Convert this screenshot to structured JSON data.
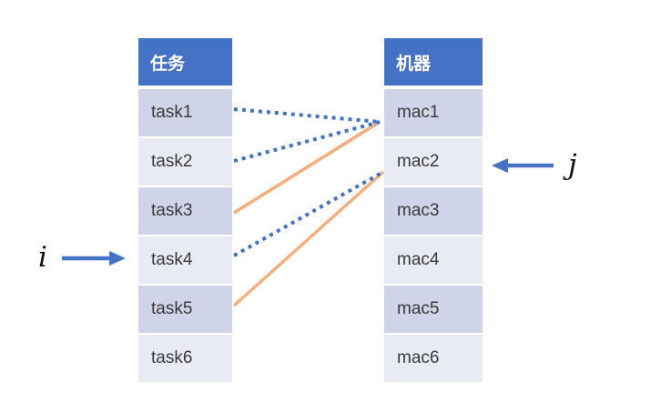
{
  "task_table": {
    "header": "任务",
    "rows": [
      "task1",
      "task2",
      "task3",
      "task4",
      "task5",
      "task6"
    ]
  },
  "machine_table": {
    "header": "机器",
    "rows": [
      "mac1",
      "mac2",
      "mac3",
      "mac4",
      "mac5",
      "mac6"
    ]
  },
  "labels": {
    "row_index": "i",
    "column_index": "j"
  },
  "edges": [
    {
      "from": "task1",
      "to": "mac1",
      "style": "dotted",
      "color": "#4472C4"
    },
    {
      "from": "task2",
      "to": "mac1",
      "style": "dotted",
      "color": "#4472C4"
    },
    {
      "from": "task3",
      "to": "mac1",
      "style": "solid",
      "color": "#F5AF7E"
    },
    {
      "from": "task4",
      "to": "mac2",
      "style": "dotted",
      "color": "#4472C4"
    },
    {
      "from": "task5",
      "to": "mac2",
      "style": "solid",
      "color": "#F5AF7E"
    }
  ],
  "colors": {
    "header_blue": "#4472C4",
    "band_dark": "#CFD4E8",
    "band_light": "#E9EBF4",
    "dotted_line_blue": "#4472C4",
    "solid_line_orange": "#F5AF7E",
    "arrow_blue": "#4472C4"
  }
}
